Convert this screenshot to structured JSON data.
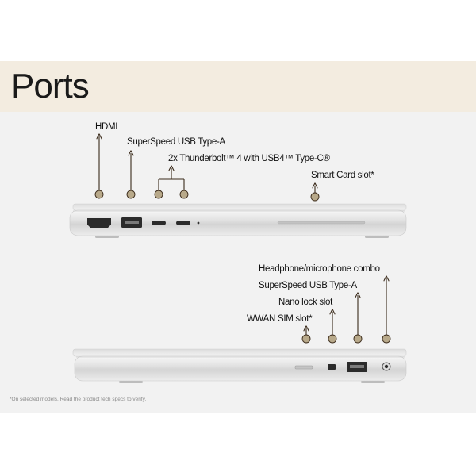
{
  "page": {
    "title": "Ports",
    "footnote": "*On selected models. Read the product tech specs to verify."
  },
  "left_side": {
    "labels": {
      "hdmi": "HDMI",
      "usb_a": "SuperSpeed USB Type-A",
      "thunderbolt": "2x Thunderbolt™ 4 with USB4™ Type-C®",
      "smart_card": "Smart Card slot*"
    }
  },
  "right_side": {
    "labels": {
      "headphone": "Headphone/microphone combo",
      "usb_a": "SuperSpeed USB Type-A",
      "nano_lock": "Nano lock slot",
      "wwan_sim": "WWAN SIM slot*"
    }
  },
  "colors": {
    "marker": "#b8a98a",
    "line": "#3a2a1a",
    "header_bg": "#f3ece0",
    "panel_bg": "#f2f2f2"
  }
}
